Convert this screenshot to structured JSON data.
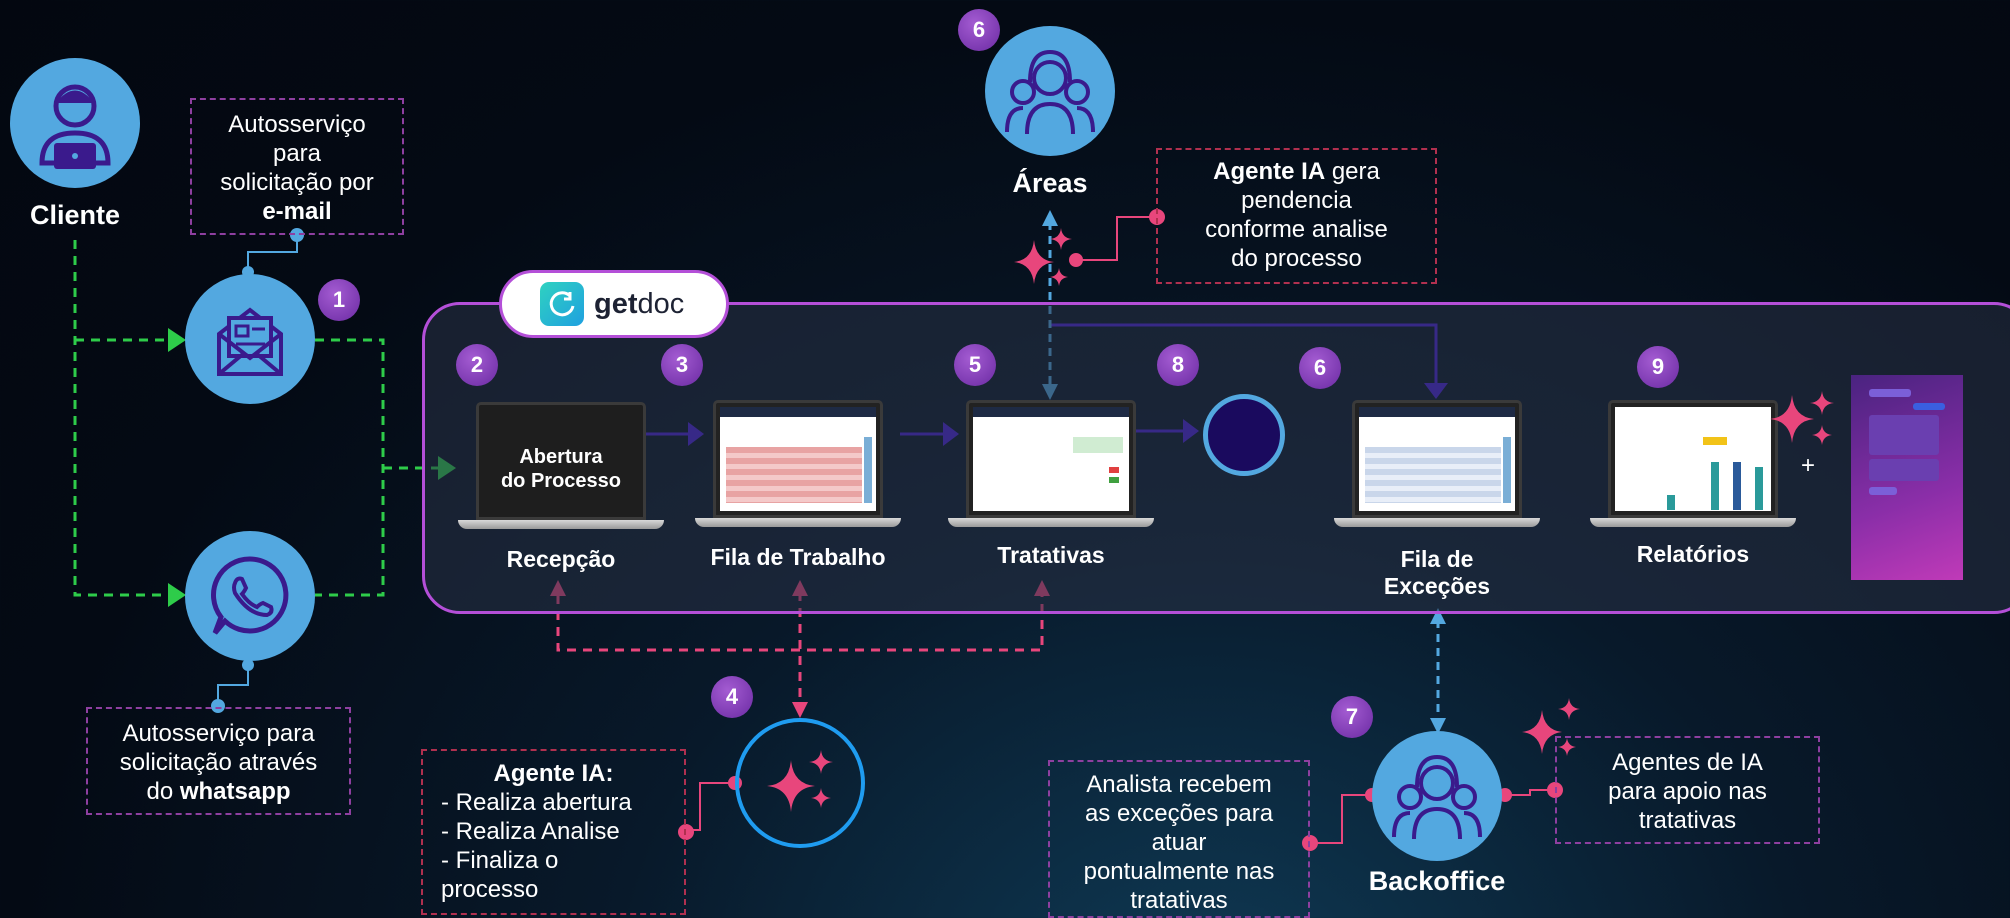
{
  "client": {
    "label": "Cliente"
  },
  "email_note": {
    "line1": "Autosserviço",
    "line2": "para",
    "line3": "solicitação por",
    "line4": "e-mail"
  },
  "whatsapp_note": {
    "line1": "Autosserviço para",
    "line2": "solicitação através",
    "line3_prefix": "do ",
    "line3_bold": "whatsapp"
  },
  "getdoc": {
    "brand_bold": "get",
    "brand_light": "doc"
  },
  "steps": {
    "s1": "1",
    "s2": "2",
    "s3": "3",
    "s4": "4",
    "s5": "5",
    "s6a": "6",
    "s6b": "6",
    "s7": "7",
    "s8": "8",
    "s9": "9"
  },
  "stages": {
    "abertura_line1": "Abertura",
    "abertura_line2": "do Processo",
    "recepcao": "Recepção",
    "fila_trabalho": "Fila de Trabalho",
    "tratativas": "Tratativas",
    "fila_excecoes_line1": "Fila de",
    "fila_excecoes_line2": "Exceções",
    "relatorios": "Relatórios"
  },
  "areas": {
    "label": "Áreas"
  },
  "agent_pendencia": {
    "bold": "Agente IA",
    "line1_rest": " gera",
    "line2": "pendencia",
    "line3": "conforme analise",
    "line4": "do processo"
  },
  "agent_ia_box": {
    "title": "Agente IA:",
    "line1": "- Realiza abertura",
    "line2": "- Realiza Analise",
    "line3": "- Finaliza o",
    "line4": "processo"
  },
  "analista_note": {
    "line1": "Analista recebem",
    "line2": "as exceções para",
    "line3": "atuar",
    "line4": "pontualmente nas",
    "line5": "tratativas"
  },
  "backoffice": {
    "label": "Backoffice"
  },
  "agentes_note": {
    "line1": "Agentes de IA",
    "line2": "para apoio nas",
    "line3": "tratativas"
  },
  "plus": "+",
  "colors": {
    "accent_blue": "#53a8e0",
    "badge_purple": "#7b34b5",
    "pink": "#e8467c",
    "green_dashed": "#2ecc4a",
    "frame_purple": "#b44fd8",
    "arrow_purple": "#4a1fd8"
  },
  "icons": [
    "person-laptop-icon",
    "envelope-icon",
    "whatsapp-icon",
    "people-group-icon",
    "sparkle-icon",
    "getdoc-logo-icon",
    "chat-panel-icon"
  ]
}
